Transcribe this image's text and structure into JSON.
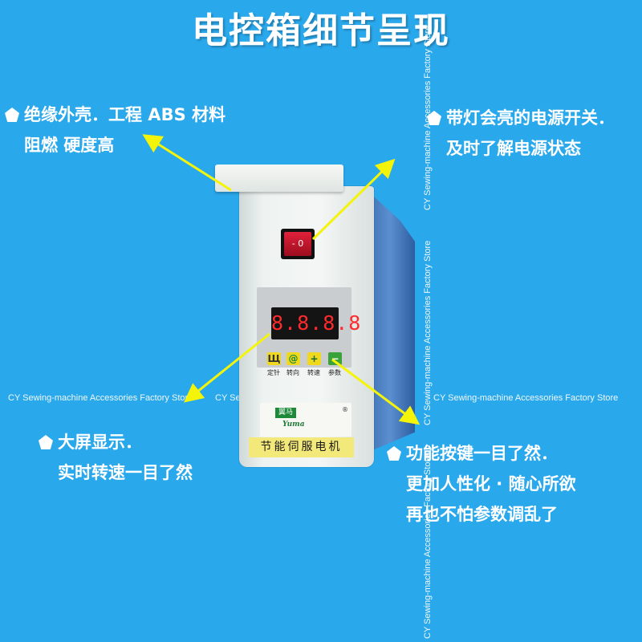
{
  "title": "电控箱细节呈现",
  "callouts": {
    "shell": {
      "line1": "绝缘外壳．工程 ABS 材料",
      "line2": "阻燃 硬度高"
    },
    "power_switch": {
      "line1": "带灯会亮的电源开关．",
      "line2": "及时了解电源状态"
    },
    "display": {
      "line1": "大屏显示．",
      "line2": "实时转速一目了然"
    },
    "keys": {
      "line1": "功能按键一目了然．",
      "line2": "更加人性化 · 随心所欲",
      "line3": "再也不怕参数调乱了"
    }
  },
  "device": {
    "switch_label": "- 0",
    "display_value": "8.8.8.8",
    "keys": [
      {
        "symbol": "Щ",
        "label": "定针",
        "color": "#f0d81e"
      },
      {
        "symbol": "@",
        "label": "转向",
        "color": "#f0d81e"
      },
      {
        "symbol": "+",
        "label": "转速",
        "color": "#f0d81e"
      },
      {
        "symbol": "−",
        "label": "参数",
        "color": "#3aa23a"
      }
    ],
    "brand_logo": "翼马",
    "brand_name": "Yuma",
    "brand_reg": "®",
    "product_name": "节能伺服电机"
  },
  "watermark": "CY Sewing-machine Accessories Factory Store",
  "colors": {
    "background": "#2aa8ec",
    "arrow": "#f4f40a",
    "text": "#ffffff"
  }
}
